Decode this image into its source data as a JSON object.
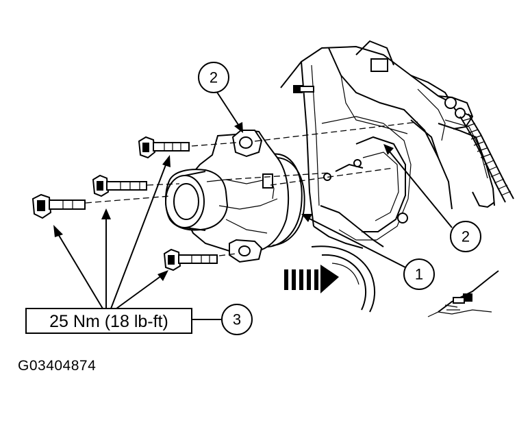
{
  "callouts": [
    {
      "id": "callout-1",
      "label": "1"
    },
    {
      "id": "callout-2-top",
      "label": "2"
    },
    {
      "id": "callout-2-right",
      "label": "2"
    },
    {
      "id": "callout-3",
      "label": "3"
    }
  ],
  "torque_spec": "25 Nm (18 lb-ft)",
  "figure_id": "G03404874"
}
